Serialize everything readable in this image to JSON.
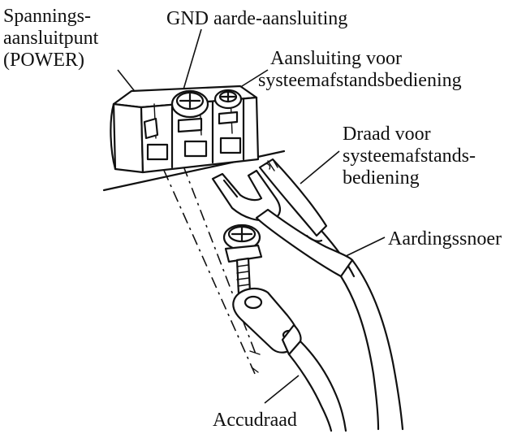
{
  "labels": {
    "power_line1": "Spannings-",
    "power_line2": "aansluitpunt",
    "power_line3": "(POWER)",
    "gnd": "GND aarde-aansluiting",
    "remote_conn_line1": "Aansluiting voor",
    "remote_conn_line2": "systeemafstandsbediening",
    "remote_wire_line1": "Draad voor",
    "remote_wire_line2": "systeemafstands-",
    "remote_wire_line3": "bediening",
    "ground_cord": "Aardingssnoer",
    "battery_wire": "Accudraad"
  },
  "colors": {
    "ink": "#111111",
    "background": "#ffffff"
  }
}
